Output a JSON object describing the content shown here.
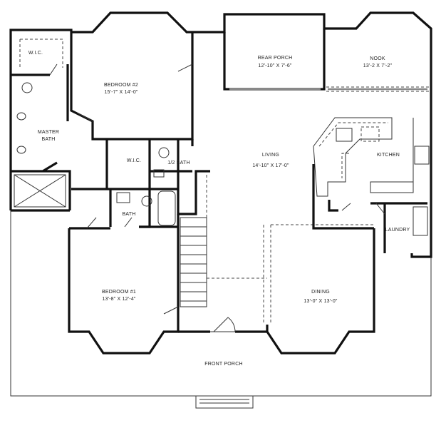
{
  "rooms": {
    "wic_master": {
      "name": "W.I.C."
    },
    "bedroom2": {
      "name": "BEDROOM #2",
      "size": "15'-7\" X 14'-0\""
    },
    "rear_porch": {
      "name": "REAR PORCH",
      "size": "12'-10\" X 7'-6\""
    },
    "nook": {
      "name": "NOOK",
      "size": "13'-2 X 7'-2\""
    },
    "master_bath": {
      "name": "MASTER",
      "name2": "BATH"
    },
    "wic2": {
      "name": "W.I.C."
    },
    "half_bath": {
      "name": "1/2 BATH"
    },
    "living": {
      "name": "LIVING",
      "size": "14'-10\" X 17'-0\""
    },
    "kitchen": {
      "name": "KITCHEN"
    },
    "bath": {
      "name": "BATH"
    },
    "laundry": {
      "name": "LAUNDRY"
    },
    "bedroom1": {
      "name": "BEDROOM #1",
      "size": "13'-8\" X 12'-4\""
    },
    "dining": {
      "name": "DINING",
      "size": "13'-0\" X 13'-0\""
    },
    "front_porch": {
      "name": "FRONT PORCH"
    }
  }
}
